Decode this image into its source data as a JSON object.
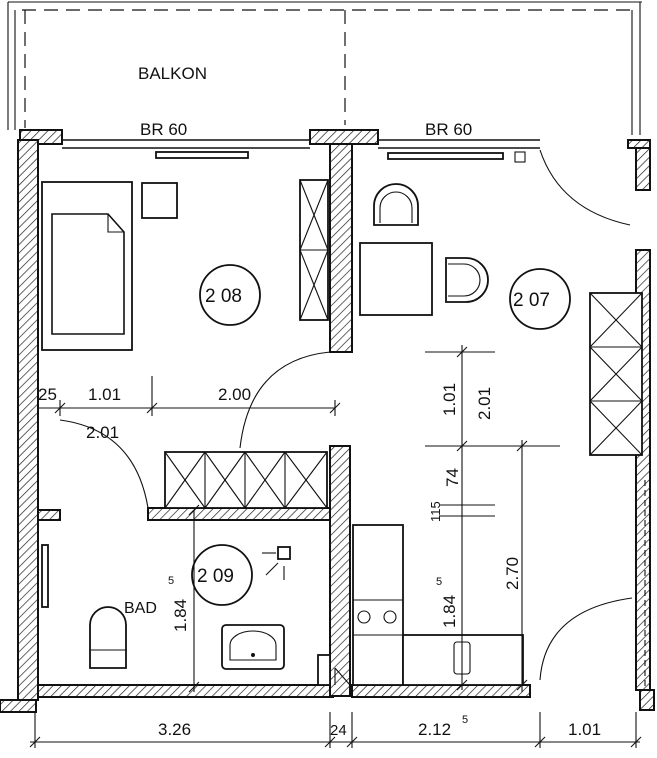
{
  "plan": {
    "outdoor_label": "BALKON",
    "window_labels": [
      "BR 60",
      "BR 60"
    ],
    "rooms": [
      {
        "number": "2 08"
      },
      {
        "number": "2 07"
      },
      {
        "number": "2 09",
        "name": "BAD"
      }
    ],
    "dimensions": {
      "d_25": "25",
      "d_101_top": "1.01",
      "d_200": "2.00",
      "d_201_door": "2.01",
      "d_101_vertical": "1.01",
      "d_201_vertical": "2.01",
      "d_74": "74",
      "d_115": "115",
      "d_270": "2.70",
      "d_184_bath": "1.84",
      "d_184_kitchen": "1.84",
      "d_sup5": "5",
      "d_326": "3.26",
      "d_24": "24",
      "d_212": "2.12",
      "d_101_bottom": "1.01"
    }
  }
}
